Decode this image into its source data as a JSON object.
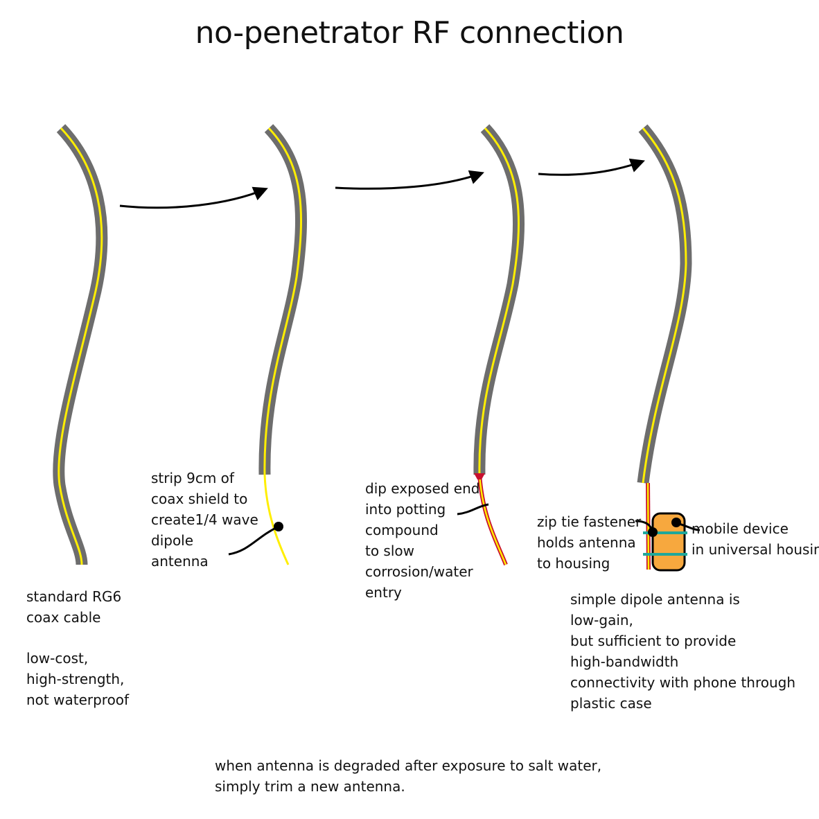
{
  "title": "no-penetrator RF connection",
  "colors": {
    "cable_jacket": "#6d6d6d",
    "center_conductor": "#ffee00",
    "potting": "#c8102e",
    "housing": "#f7a83e",
    "zip_tie": "#1fa79a",
    "arrow": "#000000"
  },
  "labels": {
    "standard": "standard RG6\ncoax cable",
    "properties": "low-cost,\nhigh-strength,\nnot waterproof",
    "strip": "strip 9cm of\ncoax shield to\ncreate1/4 wave\ndipole\nantenna",
    "dip": "dip exposed end\ninto potting\ncompound\nto slow\ncorrosion/water\nentry",
    "zip": "zip tie fastener\nholds antenna\nto housing",
    "mobile": "mobile device\nin universal housing",
    "simple": "simple dipole antenna is\nlow-gain,\nbut sufficient to provide\nhigh-bandwidth\nconnectivity with phone through\nplastic case",
    "trim": "when antenna is degraded after exposure to salt water,\nsimply trim a new antenna."
  }
}
